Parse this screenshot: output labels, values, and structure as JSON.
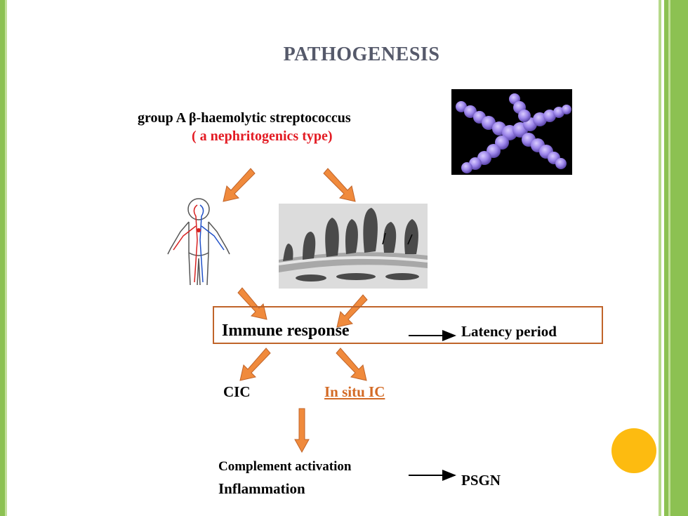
{
  "slide": {
    "title": "PATHOGENESIS",
    "organism": "group A β-haemolytic streptococcus",
    "organism_type": "( a nephritogenics type)",
    "immune_response": "Immune response",
    "latency_period": "Latency period",
    "cic": "CIC",
    "in_situ_ic": "In situ IC",
    "complement_activation": "Complement activation",
    "inflammation": "Inflammation",
    "psgn": "PSGN"
  },
  "colors": {
    "arrow_fill": "#f08a3c",
    "box_border": "#c0642a",
    "highlight_red": "#e31b23",
    "in_situ_orange": "#d36a25",
    "accent_dot": "#fdbb10",
    "frame_green": "#8cc152",
    "title_gray": "#55596a"
  },
  "images": {
    "bacteria": "streptococcus-micrograph",
    "glomerulus": "glomerular-basement-membrane-micrograph",
    "body": "circulatory-system-figure"
  }
}
